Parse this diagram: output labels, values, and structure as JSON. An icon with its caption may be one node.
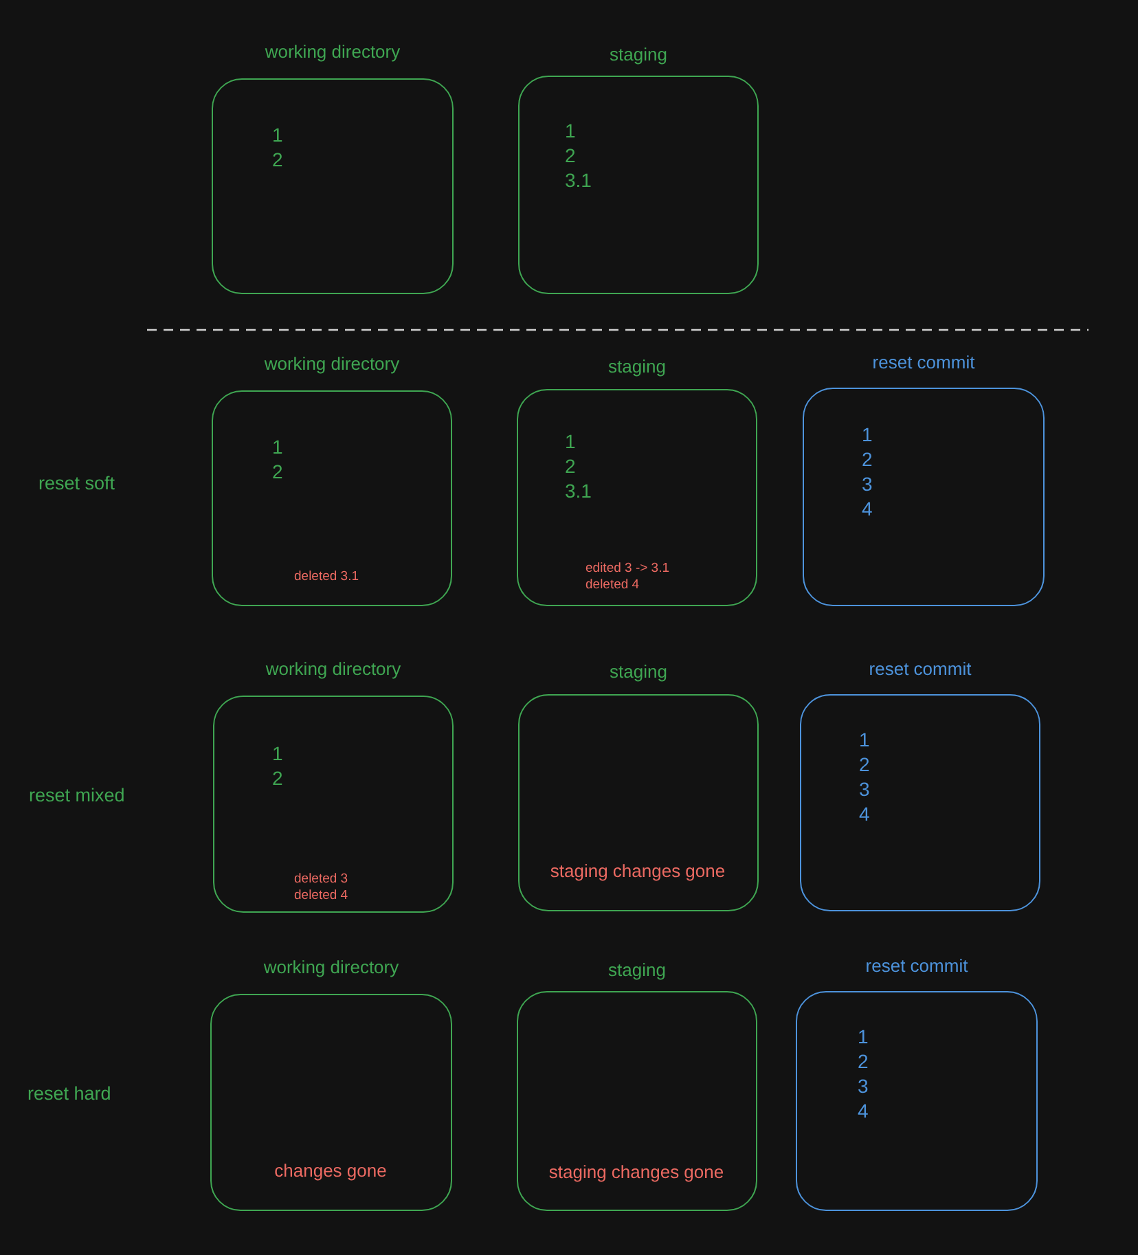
{
  "diagram": {
    "nodes": [
      {
        "text": [
          "working directory",
          "1",
          "2"
        ]
      },
      {
        "text": [
          "staging",
          "1",
          "2",
          "3.1"
        ]
      },
      {
        "text": [
          "working directory",
          "1",
          "2",
          "deleted 3.1"
        ]
      },
      {
        "text": [
          "staging",
          "1",
          "2",
          "3.1",
          "edited 3 -> 3.1",
          "deleted 4"
        ]
      },
      {
        "text": [
          "reset commit",
          "1",
          "2",
          "3",
          "4"
        ]
      },
      {
        "text": [
          "working directory",
          "1",
          "2",
          "deleted 3",
          "deleted 4"
        ]
      },
      {
        "text": [
          "staging",
          "staging changes gone"
        ]
      },
      {
        "text": [
          "reset commit",
          "1",
          "2",
          "3",
          "4"
        ]
      },
      {
        "text": [
          "working directory",
          "changes gone"
        ]
      },
      {
        "text": [
          "staging",
          "staging changes gone"
        ]
      },
      {
        "text": [
          "reset commit",
          "1",
          "2",
          "3",
          "4"
        ]
      }
    ],
    "labels": [
      "reset soft",
      "reset mixed",
      "reset hard"
    ]
  }
}
